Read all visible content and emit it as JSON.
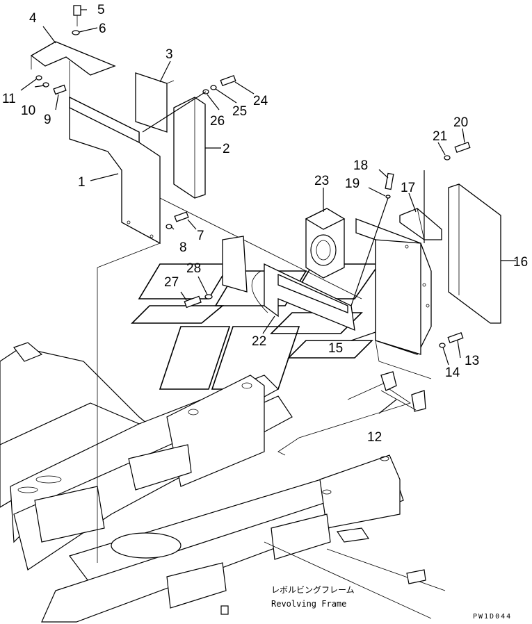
{
  "diagram": {
    "callouts": [
      "1",
      "2",
      "3",
      "4",
      "5",
      "6",
      "7",
      "8",
      "9",
      "10",
      "11",
      "12",
      "13",
      "14",
      "15",
      "16",
      "17",
      "18",
      "19",
      "20",
      "21",
      "22",
      "23",
      "24",
      "25",
      "26",
      "27",
      "28"
    ],
    "caption_jp": "レボルビングフレーム",
    "caption_en": "Revolving Frame",
    "drawing_code": "PW1D044"
  }
}
